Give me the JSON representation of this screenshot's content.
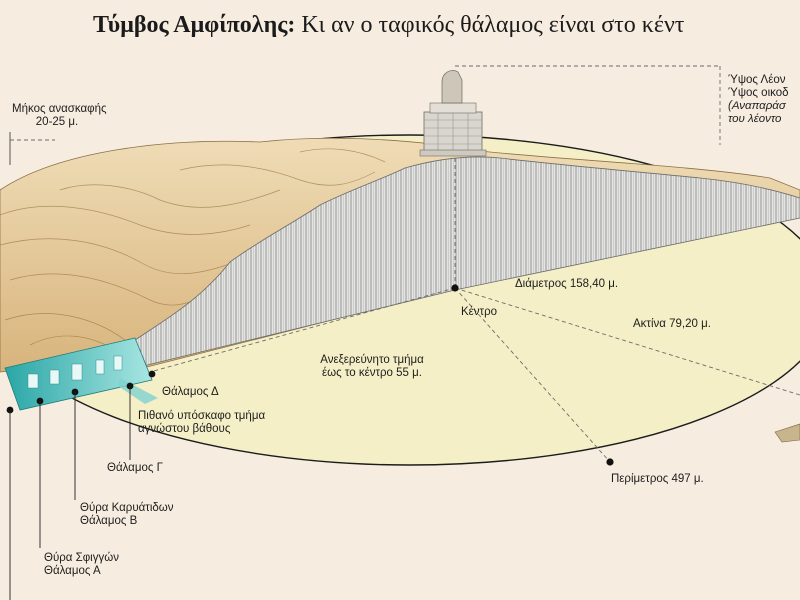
{
  "title": {
    "bold": "Τύμβος Αμφίπολης:",
    "rest": " Κι αν ο ταφικός θάλαμος είναι στο κέντ"
  },
  "labels": {
    "excavation_length_1": "Μήκος ανασκαφής",
    "excavation_length_2": "20-25 μ.",
    "diameter": "Διάμετρος 158,40 μ.",
    "center": "Κέντρο",
    "radius": "Ακτίνα 79,20 μ.",
    "unexplored_1": "Ανεξερεύνητο τμήμα",
    "unexplored_2": "έως το κέντρο 55 μ.",
    "chamber_d": "Θάλαμος Δ",
    "underground_1": "Πιθανό υπόσκαφο τμήμα",
    "underground_2": "αγνώστου βάθους",
    "chamber_c": "Θάλαμος Γ",
    "caryatids_door": "Θύρα Καρυάτιδων",
    "chamber_b": "Θάλαμος Β",
    "sphinx_door": "Θύρα Σφιγγών",
    "chamber_a": "Θάλαμος Α",
    "perimeter": "Περίμετρος 497 μ."
  },
  "info_box": {
    "line1": "Ύψος Λέον",
    "line2": "Ύψος οικοδ",
    "line3": "(Αναπαράσ",
    "line4": "του λέοντο"
  },
  "colors": {
    "background": "#f6ecdf",
    "mound_base": "#f4efc6",
    "hill": "#e7cfa2",
    "cut_face": "#dcdcdc",
    "tomb": "#5fc6c4"
  }
}
